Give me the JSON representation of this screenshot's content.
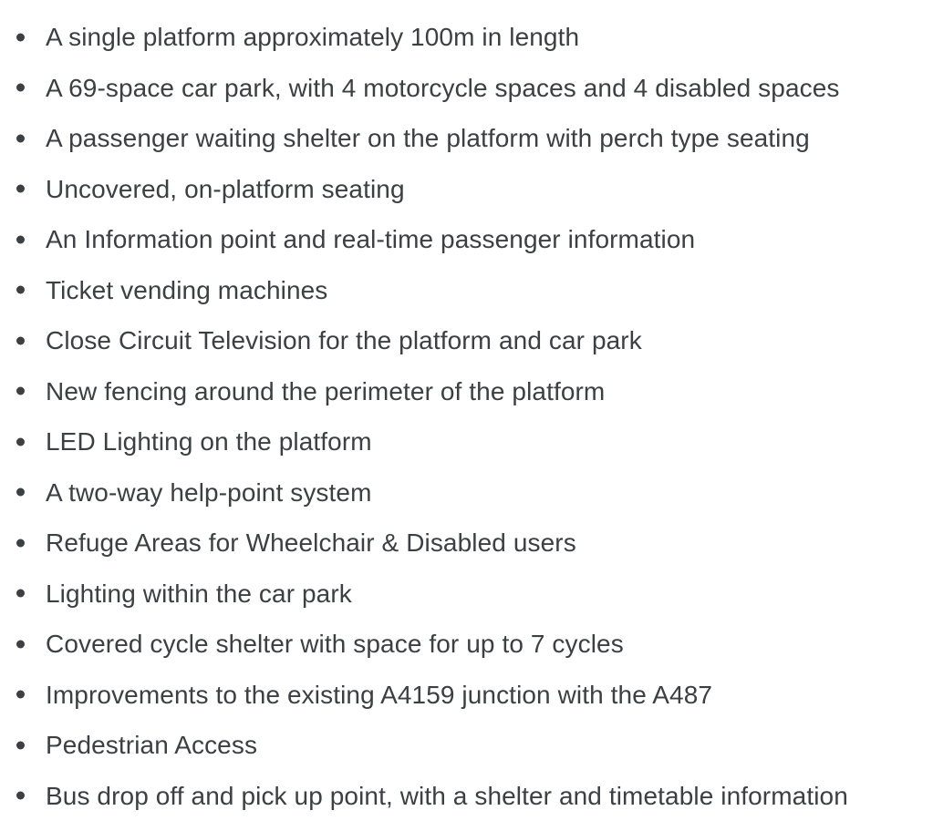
{
  "page": {
    "background": "#ffffff",
    "text_color": "#3c4043"
  },
  "list": {
    "items": [
      "A single platform approximately 100m in length",
      "A 69-space car park, with 4 motorcycle spaces and 4 disabled spaces",
      "A passenger waiting shelter on the platform with perch type seating",
      "Uncovered, on-platform seating",
      "An Information point and real-time passenger information",
      "Ticket vending machines",
      "Close Circuit Television for the platform and car park",
      "New fencing around the perimeter of the platform",
      "LED Lighting on the platform",
      "A two-way help-point system",
      "Refuge Areas for Wheelchair & Disabled users",
      "Lighting within the car park",
      "Covered cycle shelter with space for up to 7 cycles",
      "Improvements to the existing A4159 junction with the A487",
      "Pedestrian Access",
      "Bus drop off and pick up point, with a shelter and timetable information"
    ]
  }
}
